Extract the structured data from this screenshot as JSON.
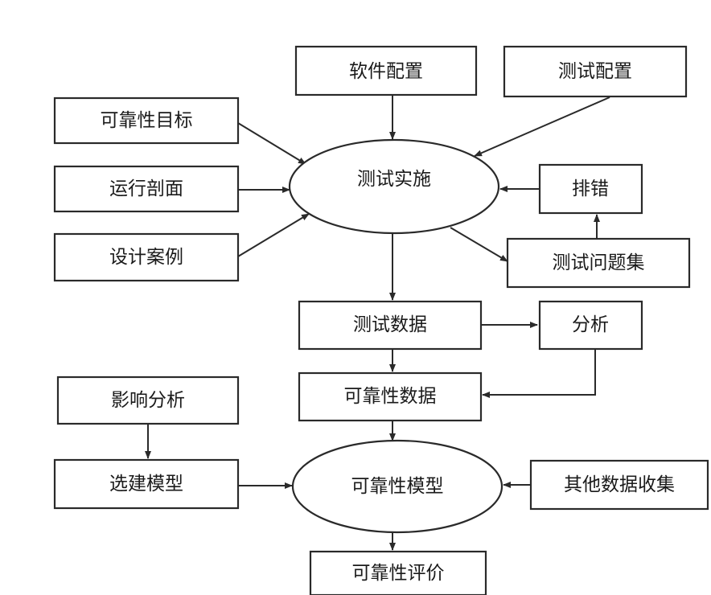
{
  "nodes": {
    "software_config": "软件配置",
    "test_config": "测试配置",
    "reliability_goal": "可靠性目标",
    "operational_profile": "运行剖面",
    "design_cases": "设计案例",
    "test_execution": "测试实施",
    "debugging": "排错",
    "test_issue_set": "测试问题集",
    "test_data": "测试数据",
    "analysis": "分析",
    "reliability_data": "可靠性数据",
    "impact_analysis": "影响分析",
    "model_selection": "选建模型",
    "reliability_model": "可靠性模型",
    "other_data_collection": "其他数据收集",
    "reliability_evaluation": "可靠性评价"
  },
  "colors": {
    "stroke": "#2a2a2a",
    "text": "#1a1a1a",
    "background": "#ffffff"
  }
}
